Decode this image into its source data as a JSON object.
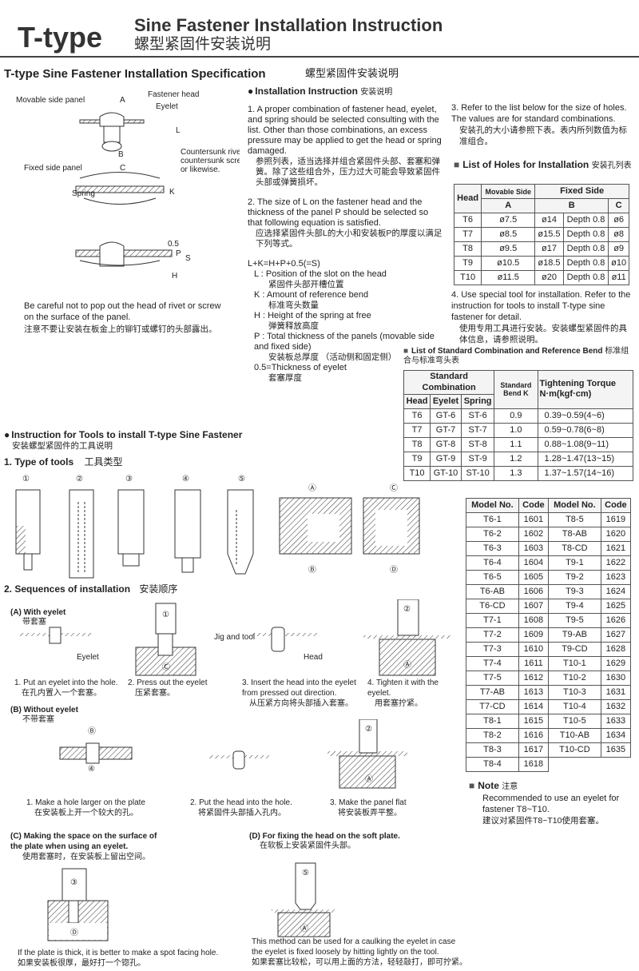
{
  "header": {
    "type": "T-type",
    "title_en": "Sine Fastener Installation Instruction",
    "title_cn": "螺型紧固件安装说明"
  },
  "spec": {
    "title_en": "T-type Sine Fastener Installation Specification",
    "title_cn": "螺型紧固件安装说明",
    "diagram_labels": {
      "movable": "Movable side panel",
      "fastener_head": "Fastener head",
      "eyelet": "Eyelet",
      "countersunk": "Countersunk rivet or countersunk screw, or likewise.",
      "fixed": "Fixed side panel",
      "spring": "Spring",
      "A": "A",
      "B": "B",
      "C": "C",
      "L": "L",
      "K": "K",
      "P": "P",
      "S": "S",
      "H": "H",
      "d05": "0.5"
    },
    "caution_en": "Be careful not to pop out the head of rivet or screw on the surface of the panel.",
    "caution_cn": "注意不要让安装在板金上的铆钉或螺钉的头部露出。"
  },
  "install": {
    "title_en": "Installation Instruction",
    "title_cn": "安装说明",
    "i1_en": "1. A proper combination of fastener head, eyelet, and spring should be selected consulting with the list. Other than those combinations, an excess pressure may be applied to get the head or spring damaged.",
    "i1_cn": "参照列表，适当选择并组合紧固件头部、套塞和弹簧。除了这些组合外，压力过大可能会导致紧固件头部或弹簧损坏。",
    "i2_en": "2. The size of L on the fastener head and the thickness of the panel P should be selected so that following equation is satisfied.",
    "i2_cn": "应选择紧固件头部L的大小和安装板P的厚度以满足下列等式。",
    "equation": "L+K=H+P+0.5(=S)",
    "defs": [
      {
        "en": "L : Position of the slot on the head",
        "cn": "紧固件头部开槽位置"
      },
      {
        "en": "K : Amount of reference bend",
        "cn": "标准弯头数量"
      },
      {
        "en": "H : Height of the spring at free",
        "cn": "弹簧释放高度"
      },
      {
        "en": "P : Total thickness of the panels (movable side and fixed side)",
        "cn": "安装板总厚度 （活动侧和固定侧）"
      },
      {
        "en": "0.5=Thickness of eyelet",
        "cn": "套塞厚度"
      }
    ],
    "i3_en": "3. Refer to the list below for the size of holes. The values are for standard combinations.",
    "i3_cn": "安装孔的大小请参照下表。表内所列数值为标准组合。",
    "i4_en": "4. Use special tool for installation. Refer to the instruction for tools to install T-type sine fastener for detail.",
    "i4_cn": "使用专用工具进行安装。安装螺型紧固件的具体信息，请参照说明。"
  },
  "holes": {
    "title_en": "List of Holes for Installation",
    "title_cn": "安装孔列表",
    "h_head": "Head",
    "h_movable": "Movable Side",
    "h_fixed": "Fixed Side",
    "h_a": "A",
    "h_b": "B",
    "h_c": "C",
    "rows": [
      {
        "head": "T6",
        "a": "ø7.5",
        "b": "ø14",
        "depth": "Depth 0.8",
        "c": "ø6"
      },
      {
        "head": "T7",
        "a": "ø8.5",
        "b": "ø15.5",
        "depth": "Depth 0.8",
        "c": "ø8"
      },
      {
        "head": "T8",
        "a": "ø9.5",
        "b": "ø17",
        "depth": "Depth 0.8",
        "c": "ø9"
      },
      {
        "head": "T9",
        "a": "ø10.5",
        "b": "ø18.5",
        "depth": "Depth 0.8",
        "c": "ø10"
      },
      {
        "head": "T10",
        "a": "ø11.5",
        "b": "ø20",
        "depth": "Depth 0.8",
        "c": "ø11"
      }
    ]
  },
  "combo": {
    "title_en": "List of Standard Combination and Reference Bend",
    "title_cn": "标准组合与标准弯头表",
    "h_std": "Standard Combination",
    "h_bend": "Standard Bend K",
    "h_torque": "Tightening Torque N·m(kgf·cm)",
    "h_head": "Head",
    "h_eyelet": "Eyelet",
    "h_spring": "Spring",
    "rows": [
      {
        "head": "T6",
        "eyelet": "GT-6",
        "spring": "ST-6",
        "k": "0.9",
        "torque": "0.39~0.59(4~6)"
      },
      {
        "head": "T7",
        "eyelet": "GT-7",
        "spring": "ST-7",
        "k": "1.0",
        "torque": "0.59~0.78(6~8)"
      },
      {
        "head": "T8",
        "eyelet": "GT-8",
        "spring": "ST-8",
        "k": "1.1",
        "torque": "0.88~1.08(9~11)"
      },
      {
        "head": "T9",
        "eyelet": "GT-9",
        "spring": "ST-9",
        "k": "1.2",
        "torque": "1.28~1.47(13~15)"
      },
      {
        "head": "T10",
        "eyelet": "GT-10",
        "spring": "ST-10",
        "k": "1.3",
        "torque": "1.37~1.57(14~16)"
      }
    ]
  },
  "tools": {
    "title_en": "Instruction for Tools to install T-type Sine Fastener",
    "title_cn": "安装螺型紧固件的工具说明",
    "types_en": "1. Type of tools",
    "types_cn": "工具类型",
    "labels": [
      "①",
      "②",
      "③",
      "④",
      "⑤",
      "Ⓐ",
      "Ⓑ",
      "Ⓒ",
      "Ⓓ"
    ]
  },
  "models": {
    "h_model": "Model No.",
    "h_code": "Code",
    "left": [
      [
        "T6-1",
        "1601"
      ],
      [
        "T6-2",
        "1602"
      ],
      [
        "T6-3",
        "1603"
      ],
      [
        "T6-4",
        "1604"
      ],
      [
        "T6-5",
        "1605"
      ],
      [
        "T6-AB",
        "1606"
      ],
      [
        "T6-CD",
        "1607"
      ],
      [
        "T7-1",
        "1608"
      ],
      [
        "T7-2",
        "1609"
      ],
      [
        "T7-3",
        "1610"
      ],
      [
        "T7-4",
        "1611"
      ],
      [
        "T7-5",
        "1612"
      ],
      [
        "T7-AB",
        "1613"
      ],
      [
        "T7-CD",
        "1614"
      ],
      [
        "T8-1",
        "1615"
      ],
      [
        "T8-2",
        "1616"
      ],
      [
        "T8-3",
        "1617"
      ],
      [
        "T8-4",
        "1618"
      ]
    ],
    "right": [
      [
        "T8-5",
        "1619"
      ],
      [
        "T8-AB",
        "1620"
      ],
      [
        "T8-CD",
        "1621"
      ],
      [
        "T9-1",
        "1622"
      ],
      [
        "T9-2",
        "1623"
      ],
      [
        "T9-3",
        "1624"
      ],
      [
        "T9-4",
        "1625"
      ],
      [
        "T9-5",
        "1626"
      ],
      [
        "T9-AB",
        "1627"
      ],
      [
        "T9-CD",
        "1628"
      ],
      [
        "T10-1",
        "1629"
      ],
      [
        "T10-2",
        "1630"
      ],
      [
        "T10-3",
        "1631"
      ],
      [
        "T10-4",
        "1632"
      ],
      [
        "T10-5",
        "1633"
      ],
      [
        "T10-AB",
        "1634"
      ],
      [
        "T10-CD",
        "1635"
      ]
    ]
  },
  "seq": {
    "title_en": "2. Sequences of installation",
    "title_cn": "安装顺序",
    "a_en": "(A) With eyelet",
    "a_cn": "带套塞",
    "eyelet": "Eyelet",
    "jig": "Jig and tool",
    "head": "Head",
    "a1_en": "1. Put an eyelet into the hole.",
    "a1_cn": "在孔内置入一个套塞。",
    "a2_en": "2. Press out the eyelet",
    "a2_cn": "压紧套塞。",
    "a3_en": "3. Insert the head into the eyelet from pressed out direction.",
    "a3_cn": "从压紧方向将头部插入套塞。",
    "a4_en": "4. Tighten it with the eyelet.",
    "a4_cn": "用套塞拧紧。",
    "b_en": "(B) Without eyelet",
    "b_cn": "不带套塞",
    "b1_en": "1. Make a hole larger on the plate",
    "b1_cn": "在安装板上开一个较大的孔。",
    "b2_en": "2. Put the head into the hole.",
    "b2_cn": "将紧固件头部插入孔内。",
    "b3_en": "3. Make the panel flat",
    "b3_cn": "将安装板弄平整。",
    "c_en": "(C) Making the space on the surface of the plate when using an eyelet.",
    "c_cn": "使用套塞时，在安装板上留出空间。",
    "c_note_en": "If the plate is thick, it is better to make a spot facing hole.",
    "c_note_cn": "如果安装板很厚，最好打一个锪孔。",
    "d_en": "(D) For fixing the head on the soft plate.",
    "d_cn": "在软板上安装紧固件头部。",
    "d_note_en": "This method can be used for a caulking the eyelet in case the eyelet is fixed loosely by hitting lightly on the tool.",
    "d_note_cn": "如果套塞比较松，可以用上面的方法，轻轻敲打，即可拧紧。"
  },
  "note": {
    "title_en": "Note",
    "title_cn": "注意",
    "en": "Recommended to use an eyelet for fastener T8~T10.",
    "cn": "建议对紧固件T8~T10使用套塞。"
  }
}
